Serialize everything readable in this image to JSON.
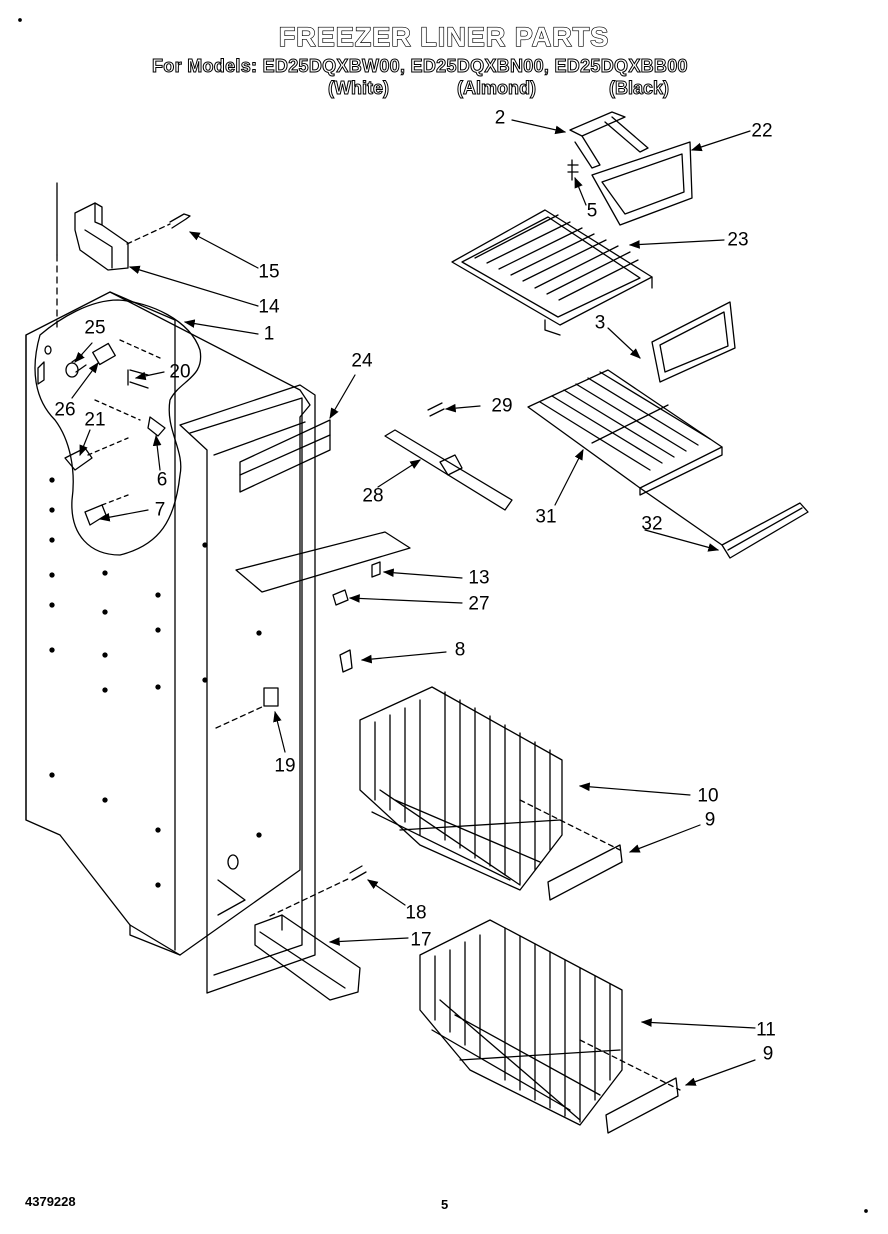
{
  "header": {
    "title": "FREEZER LINER PARTS",
    "models_line": "For Models: ED25DQXBW00, ED25DQXBN00, ED25DQXBB00",
    "colors": [
      "(White)",
      "(Almond)",
      "(Black)"
    ]
  },
  "footer": {
    "doc_number": "4379228",
    "page_number": "5"
  },
  "callouts": {
    "c1": "1",
    "c2": "2",
    "c3": "3",
    "c5": "5",
    "c6": "6",
    "c7": "7",
    "c8": "8",
    "c9a": "9",
    "c9b": "9",
    "c10": "10",
    "c11": "11",
    "c13": "13",
    "c14": "14",
    "c15": "15",
    "c17": "17",
    "c18": "18",
    "c19": "19",
    "c20": "20",
    "c21": "21",
    "c22": "22",
    "c23": "23",
    "c24": "24",
    "c25": "25",
    "c26": "26",
    "c27": "27",
    "c28": "28",
    "c29": "29",
    "c31": "31",
    "c32": "32"
  }
}
